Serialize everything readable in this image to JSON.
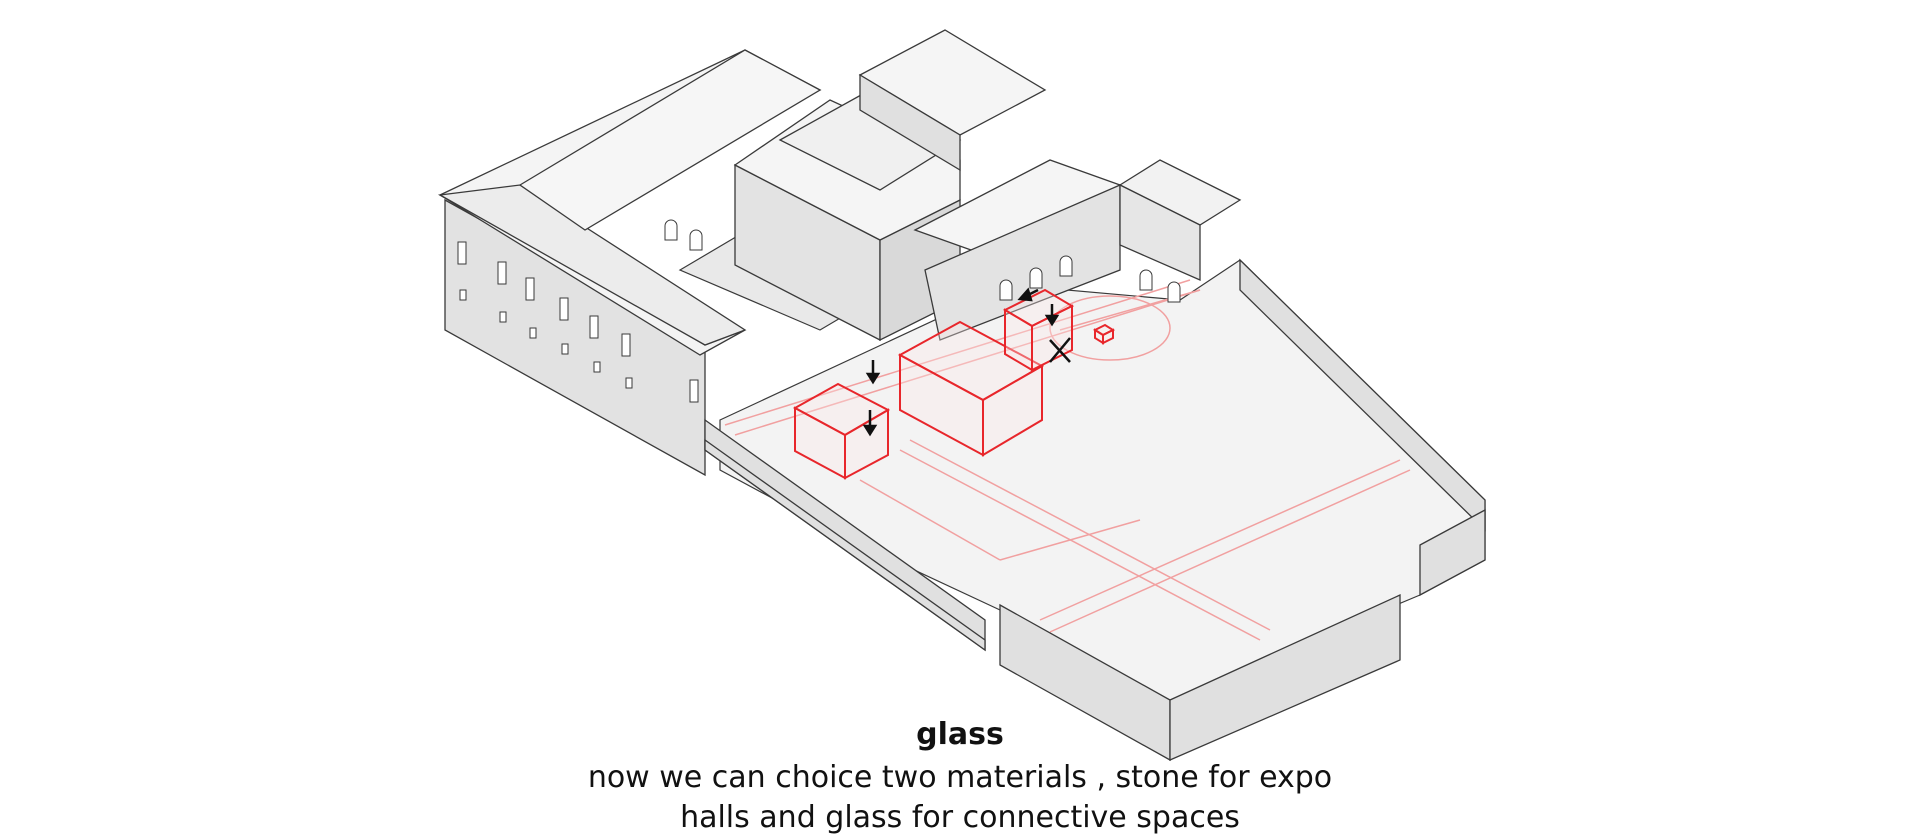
{
  "caption": {
    "title": "glass",
    "line1": "now we can choice two materials , stone for expo",
    "line2": "halls and glass for connective spaces"
  },
  "colors": {
    "building_fill": "#e4e4e4",
    "roof_fill": "#f2f2f2",
    "ground_fill": "#f1f1f1",
    "outline": "#3a3a3a",
    "accent_red": "#e8262b",
    "grid_red": "#f1a0a0",
    "caption_text": "#111111"
  },
  "icons": [
    "down-arrow-icon",
    "left-arrow-icon",
    "cross-arrows-icon"
  ]
}
